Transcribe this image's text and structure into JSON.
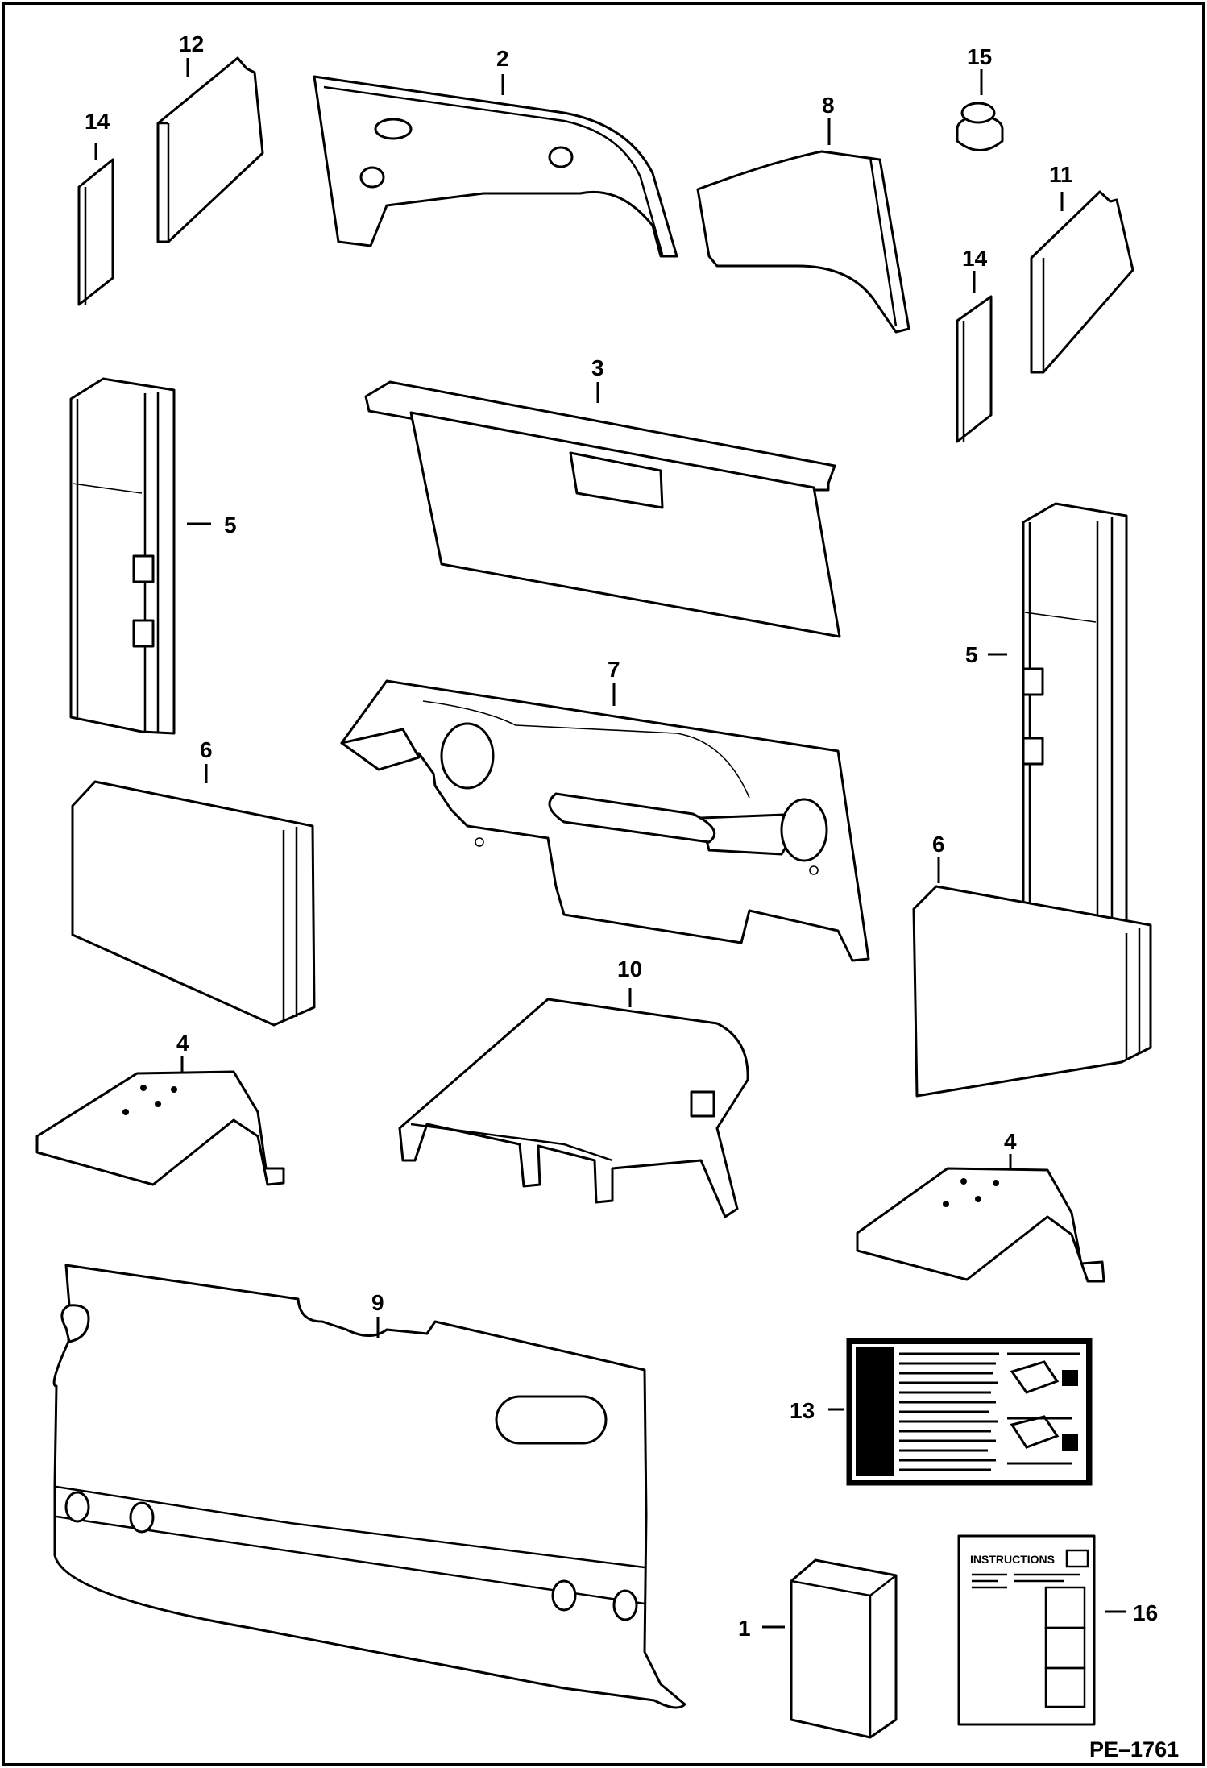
{
  "diagram": {
    "figure_code": "PE–1761",
    "callouts": {
      "c1": "1",
      "c2": "2",
      "c3": "3",
      "c4a": "4",
      "c4b": "4",
      "c5a": "5",
      "c5b": "5",
      "c6a": "6",
      "c6b": "6",
      "c7": "7",
      "c8": "8",
      "c9": "9",
      "c10": "10",
      "c11": "11",
      "c12": "12",
      "c13": "13",
      "c14a": "14",
      "c14b": "14",
      "c15": "15",
      "c16": "16"
    },
    "instructions_label": "INSTRUCTIONS"
  }
}
